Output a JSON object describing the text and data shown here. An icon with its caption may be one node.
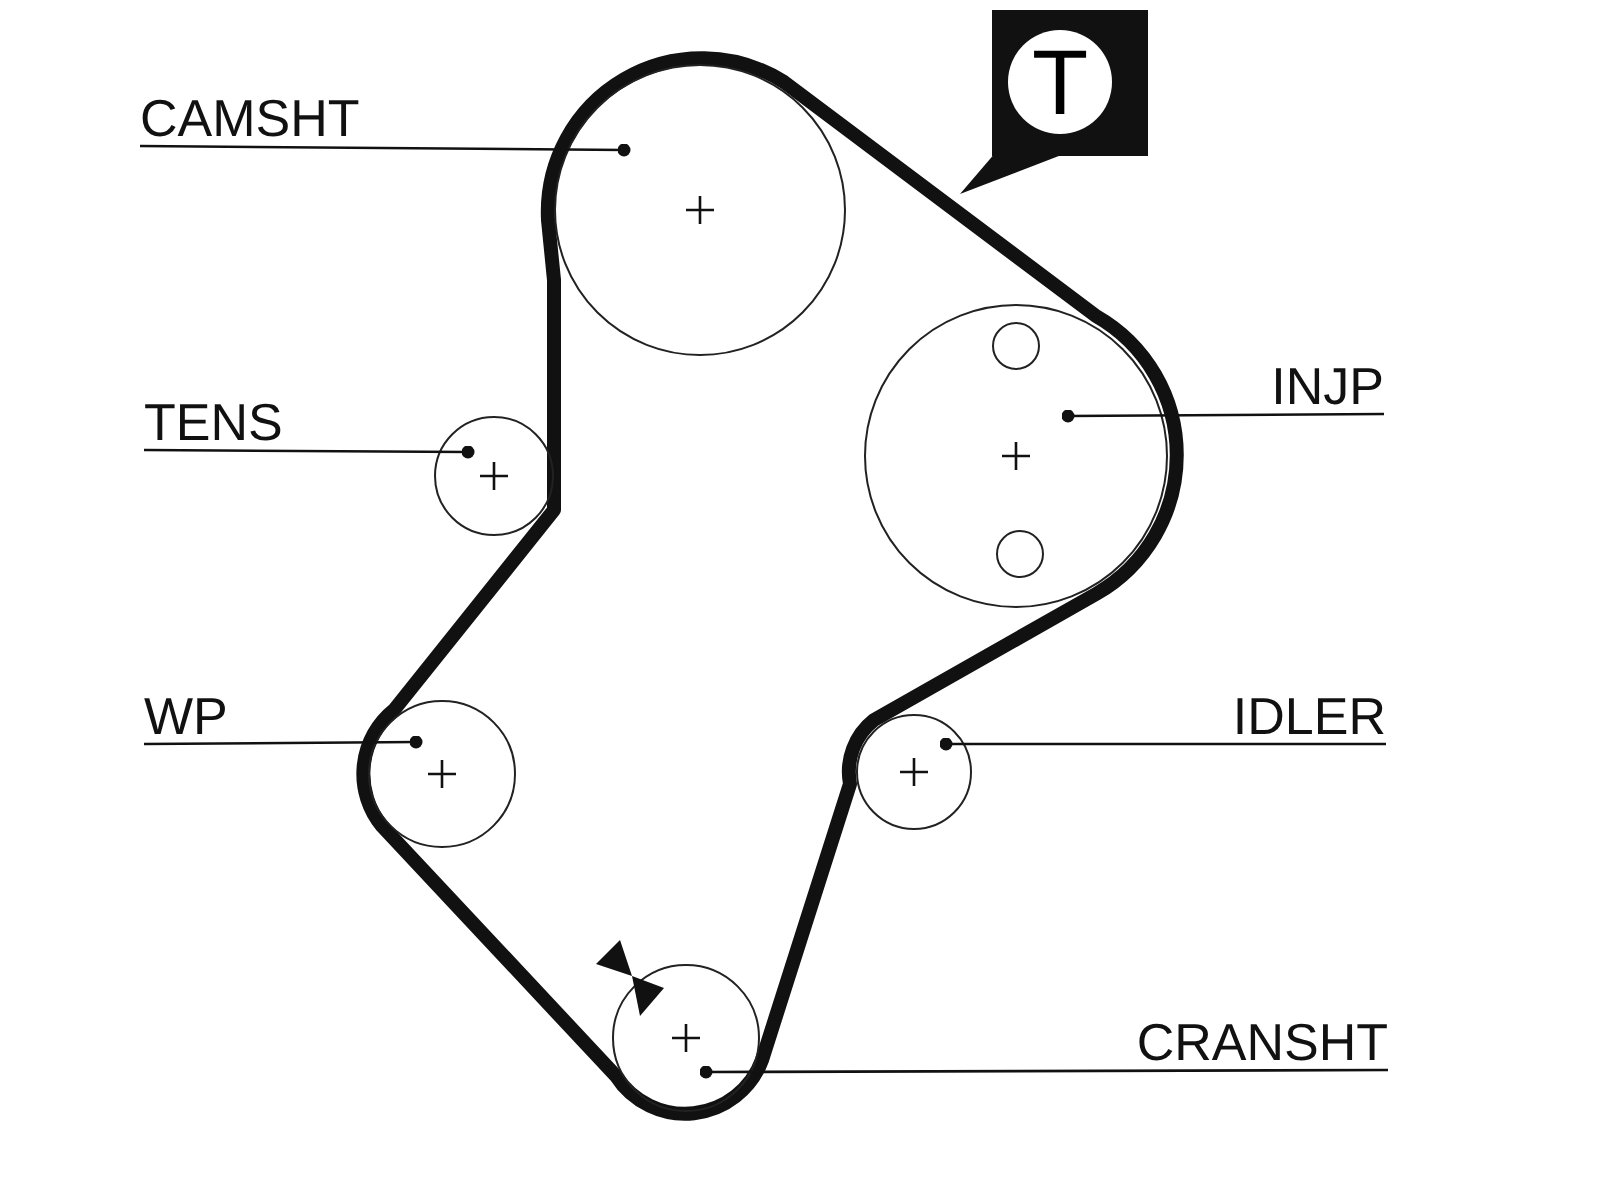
{
  "diagram": {
    "nodes": [
      {
        "text": [
          "CAMSHT"
        ]
      },
      {
        "text": [],
        "shape": "circle"
      },
      {
        "text": [
          "TENS"
        ]
      },
      {
        "text": [],
        "shape": "circle"
      },
      {
        "text": [
          "T"
        ]
      },
      {
        "text": [
          "INJP"
        ]
      },
      {
        "text": [],
        "shape": "circle"
      },
      {
        "text": [
          "WP"
        ]
      },
      {
        "text": [],
        "shape": "circle"
      },
      {
        "text": [
          "IDLER"
        ]
      },
      {
        "text": [],
        "shape": "circle"
      },
      {
        "text": [
          "CRANSHT"
        ]
      },
      {
        "text": [],
        "shape": "circle"
      }
    ],
    "edges": [
      {
        "from": 0,
        "to": 1,
        "arrow": "other"
      },
      {
        "from": 2,
        "to": 3,
        "arrow": "other"
      },
      {
        "from": 5,
        "to": 6,
        "arrow": "other"
      },
      {
        "from": 7,
        "to": 8,
        "arrow": "other"
      },
      {
        "from": 9,
        "to": 10,
        "arrow": "other"
      },
      {
        "from": 11,
        "to": 12,
        "arrow": "other"
      }
    ]
  }
}
